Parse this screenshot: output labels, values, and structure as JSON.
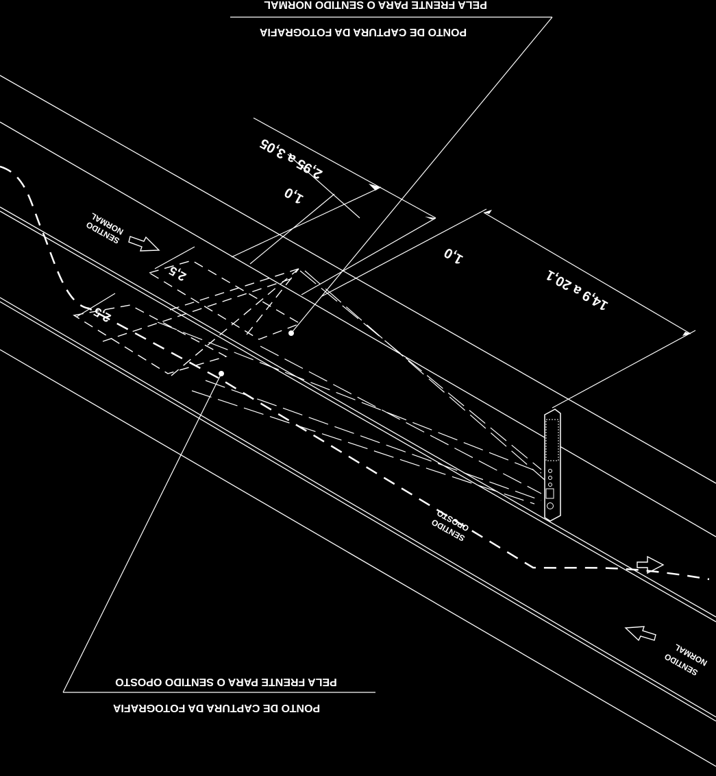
{
  "labels": {
    "top_callout_line1": "PONTO DE CAPTURA DA FOTOGRAFIA",
    "top_callout_line2": "PELA FRENTE PARA O SENTIDO NORMAL",
    "bottom_callout_line1": "PONTO DE CAPTURA DA FOTOGRAFIA",
    "bottom_callout_line2": "PELA FRENTE PARA O SENTIDO OPOSTO",
    "sentido_normal_left_a": "SENTIDO",
    "sentido_normal_left_b": "NORMAL",
    "sentido_normal_right_a": "SENTIDO",
    "sentido_normal_right_b": "NORMAL",
    "sentido_oposto_a": "SENTIDO",
    "sentido_oposto_b": "OPOSTO"
  },
  "dimensions": {
    "dist_range_1": "2,95 a 3,05",
    "dist_1": "1,0",
    "dist_2": "1,0",
    "dist_range_2": "14,9 a 20,1",
    "zone_width_upper": "2,5",
    "zone_width_lower": "2,5"
  },
  "colors": {
    "background": "#000000",
    "line": "#ffffff"
  }
}
